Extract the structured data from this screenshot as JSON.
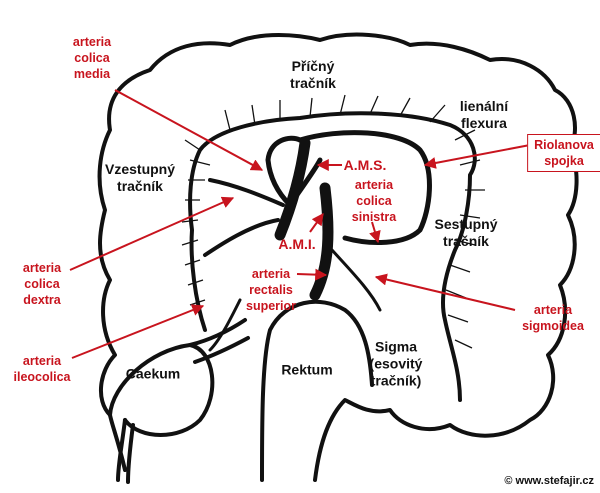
{
  "colors": {
    "outline": "#111111",
    "annotation": "#c8141e"
  },
  "anatomy_labels": {
    "pricny": [
      "Příčný",
      "tračník"
    ],
    "lienalni": [
      "lienální",
      "flexura"
    ],
    "vzestupny": [
      "Vzestupný",
      "tračník"
    ],
    "sestupny": [
      "Sestupný",
      "tračník"
    ],
    "caekum": "Caekum",
    "rektum": "Rektum",
    "sigma": [
      "Sigma",
      "(esovitý",
      "tračník)"
    ]
  },
  "artery_labels": {
    "colica_media": [
      "arteria",
      "colica",
      "media"
    ],
    "ams": "A.M.S.",
    "colica_sinistra": [
      "arteria",
      "colica",
      "sinistra"
    ],
    "riolanova": [
      "Riolanova",
      "spojka"
    ],
    "ami": "A.M.I.",
    "colica_dextra": [
      "arteria",
      "colica",
      "dextra"
    ],
    "rectalis": [
      "arteria",
      "rectalis",
      "superior"
    ],
    "sigmoidea": [
      "arteria",
      "sigmoidea"
    ],
    "ileocolica": [
      "arteria",
      "ileocolica"
    ]
  },
  "copyright": "© www.stefajir.cz"
}
